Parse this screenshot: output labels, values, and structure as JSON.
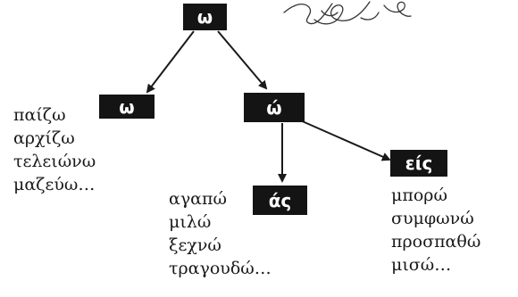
{
  "tree": {
    "root": {
      "label": "ω"
    },
    "left": {
      "label": "ω",
      "words": [
        "παίζω",
        "αρχίζω",
        "τελειώνω",
        "μαζεύω…"
      ]
    },
    "right": {
      "label": "ώ",
      "children": {
        "as": {
          "label": "άς",
          "words": [
            "αγαπώ",
            "μιλώ",
            "ξεχνώ",
            "τραγουδώ…"
          ]
        },
        "eis": {
          "label": "είς",
          "words": [
            "μπορώ",
            "συμφωνώ",
            "προσπαθώ",
            "μισώ…"
          ]
        }
      }
    }
  },
  "colors": {
    "node_bg": "#141414",
    "node_text": "#ffffff",
    "text": "#1a1a1a",
    "arrow": "#1a1a1a"
  },
  "decoration": {
    "icon": "scribble-doodle-icon"
  }
}
